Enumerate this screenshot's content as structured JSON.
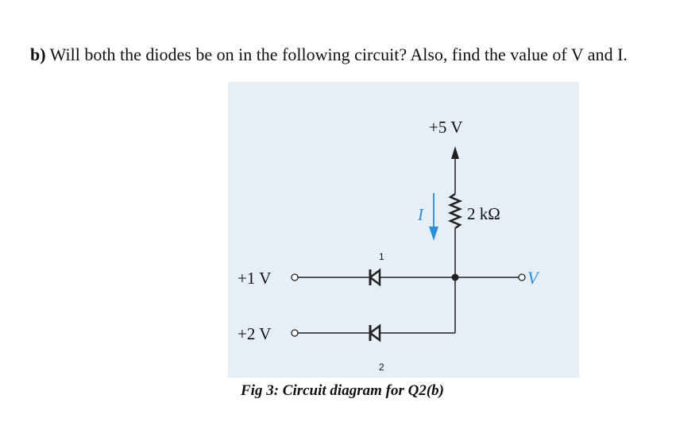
{
  "question": {
    "label": "b)",
    "text": "Will both the diodes be on in the following circuit? Also, find the value of V and I."
  },
  "circuit": {
    "supply_label": "+5 V",
    "resistor_label": "2 kΩ",
    "current_label": "I",
    "output_label": "V",
    "input1_label": "+1 V",
    "input2_label": "+2 V",
    "diode1_number": "1",
    "diode2_number": "2",
    "colors": {
      "wire": "#222222",
      "accent": "#2b8fd6",
      "panel": "#e6eef7"
    }
  },
  "caption": "Fig 3: Circuit diagram for Q2(b)"
}
